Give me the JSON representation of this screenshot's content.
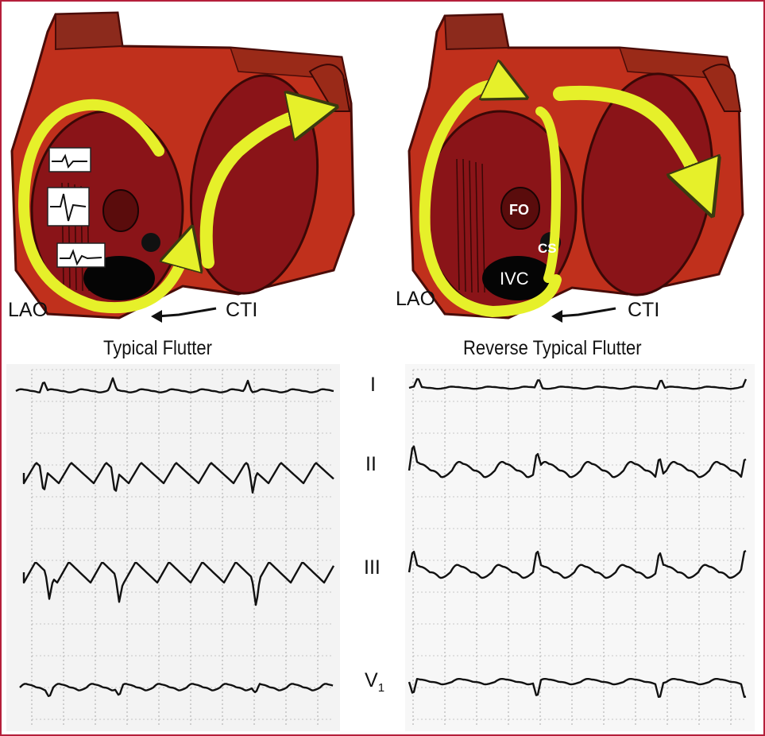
{
  "left_heart": {
    "view_label": "LAO",
    "isthmus_label": "CTI",
    "caption": "Typical Flutter"
  },
  "right_heart": {
    "view_label": "LAO",
    "isthmus_label": "CTI",
    "caption": "Reverse Typical Flutter",
    "structure_fo": "FO",
    "structure_cs": "CS",
    "structure_ivc": "IVC"
  },
  "ecg_leads": {
    "lead_i": "I",
    "lead_ii": "II",
    "lead_iii": "III",
    "lead_v1_base": "V",
    "lead_v1_sub": "1"
  },
  "colors": {
    "frame": "#b51f3a",
    "atrium": "#c0301c",
    "chamber": "#8a1418",
    "arrow": "#e6f02a",
    "grid": "#9a9a9a"
  }
}
